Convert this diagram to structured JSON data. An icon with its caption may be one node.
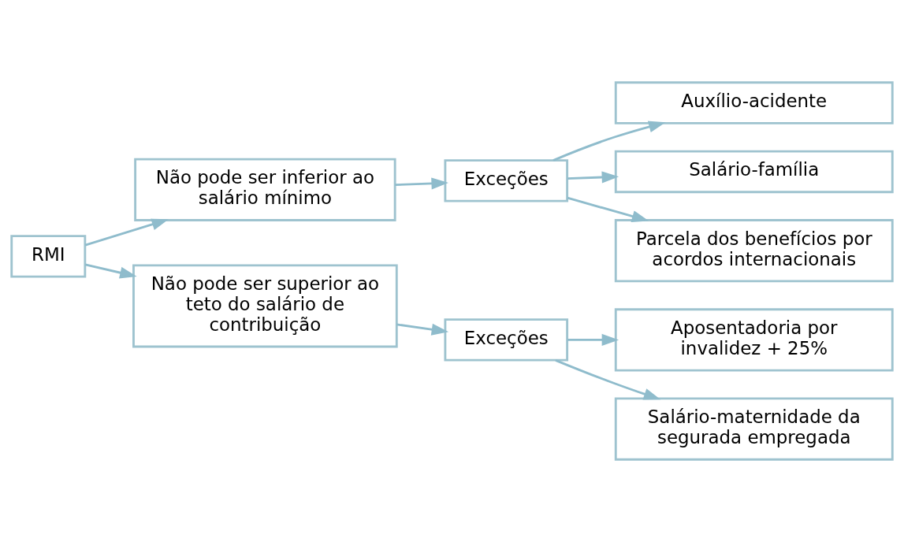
{
  "diagram": {
    "nodes": [
      {
        "text": [
          "RMI"
        ]
      },
      {
        "text": [
          "Não pode ser inferior ao salário mínimo"
        ]
      },
      {
        "text": [
          "Exceções"
        ]
      },
      {
        "text": [
          "Auxílio-acidente"
        ]
      },
      {
        "text": [
          "Salário-família"
        ]
      },
      {
        "text": [
          "Parcela dos benefícios por acordos internacionais"
        ]
      },
      {
        "text": [
          "Não pode ser superior ao teto do salário de contribuição"
        ]
      },
      {
        "text": [
          "Exceções"
        ]
      },
      {
        "text": [
          "Aposentadoria por invalidez + 25%"
        ]
      },
      {
        "text": [
          "Salário-maternidade da segurada empregada"
        ]
      }
    ],
    "edges": [
      {
        "from": 0,
        "to": 1,
        "arrow": "to"
      },
      {
        "from": 1,
        "to": 2,
        "arrow": "to"
      },
      {
        "from": 2,
        "to": 3,
        "arrow": "to"
      },
      {
        "from": 2,
        "to": 4,
        "arrow": "to"
      },
      {
        "from": 2,
        "to": 5,
        "arrow": "to"
      },
      {
        "from": 0,
        "to": 6,
        "arrow": "to"
      },
      {
        "from": 6,
        "to": 7,
        "arrow": "to"
      },
      {
        "from": 7,
        "to": 8,
        "arrow": "to"
      },
      {
        "from": 7,
        "to": 9,
        "arrow": "to"
      }
    ]
  }
}
